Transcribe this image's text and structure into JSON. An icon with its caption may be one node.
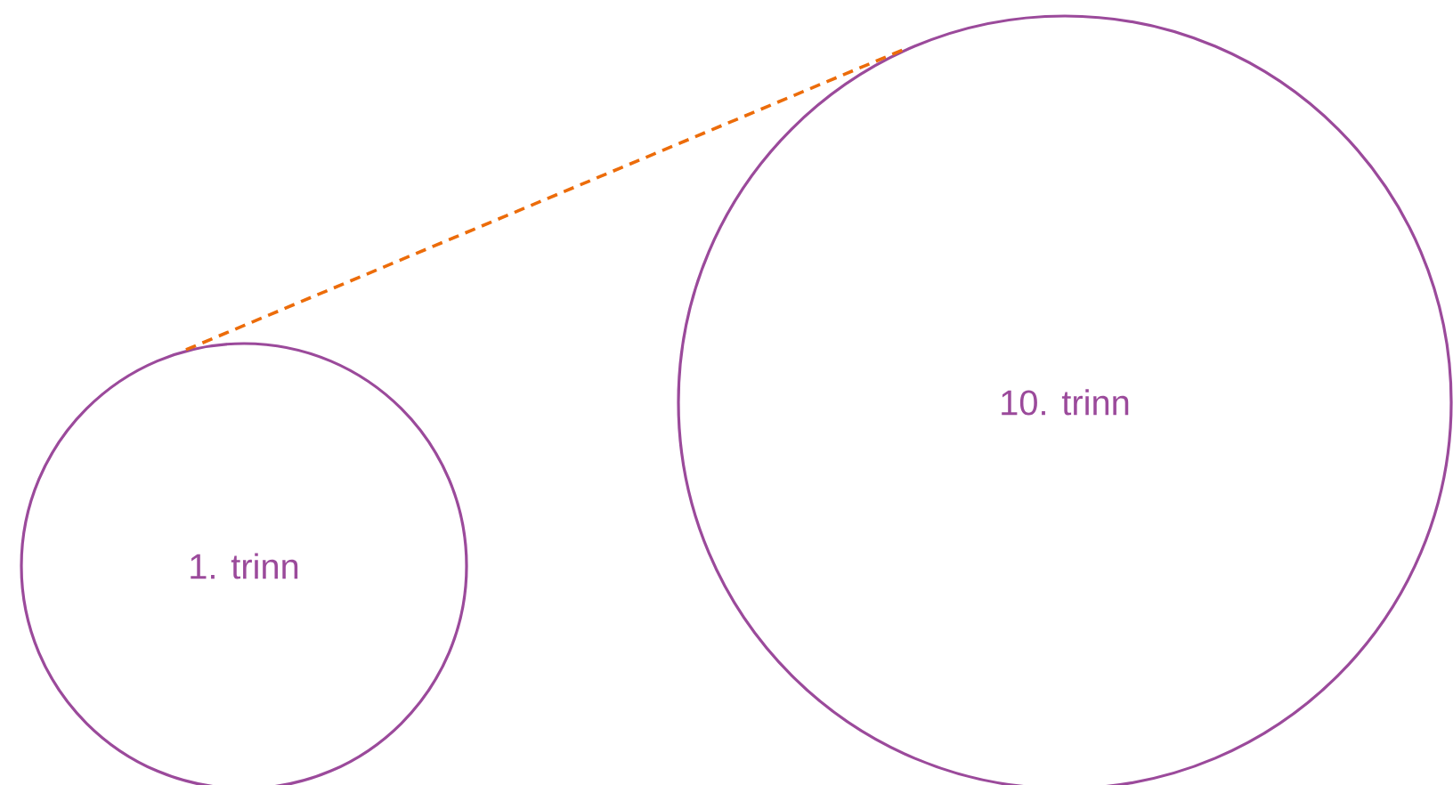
{
  "diagram": {
    "nodes": [
      {
        "text": [
          "1. trinn"
        ]
      },
      {
        "text": [
          "10. trinn"
        ]
      }
    ],
    "edges": [
      {
        "from": 0,
        "to": 1,
        "arrow": "none",
        "style": "dashed",
        "color": "#ec6c0a"
      }
    ]
  }
}
